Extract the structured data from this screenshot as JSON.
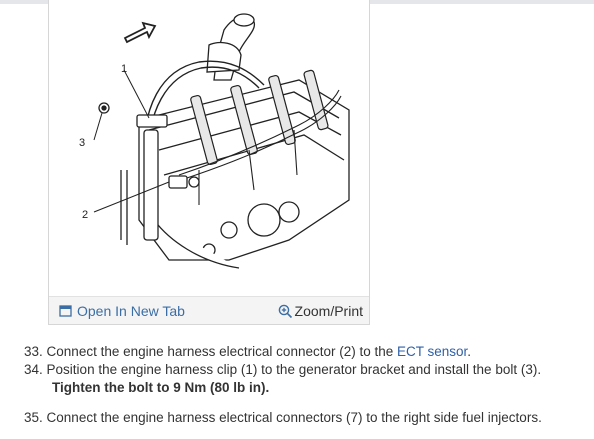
{
  "figure": {
    "callouts": [
      "1",
      "3",
      "2"
    ],
    "open_tab_label": "Open In New Tab",
    "zoom_label": "Zoom/Print"
  },
  "steps": [
    {
      "num": "33.",
      "before": "Connect the engine harness electrical connector (2) to the ",
      "link": "ECT sensor",
      "after": "."
    },
    {
      "num": "34.",
      "text": "Position the engine harness clip (1) to the generator bracket and install the bolt (3).",
      "sub": "Tighten the bolt to 9 Nm (80 lb in)."
    },
    {
      "num": "35.",
      "text": "Connect the engine harness electrical connectors (7) to the right side fuel injectors."
    }
  ],
  "colors": {
    "link": "#2f5fa6",
    "open_tab": "#3b6ea5",
    "text": "#333333"
  }
}
